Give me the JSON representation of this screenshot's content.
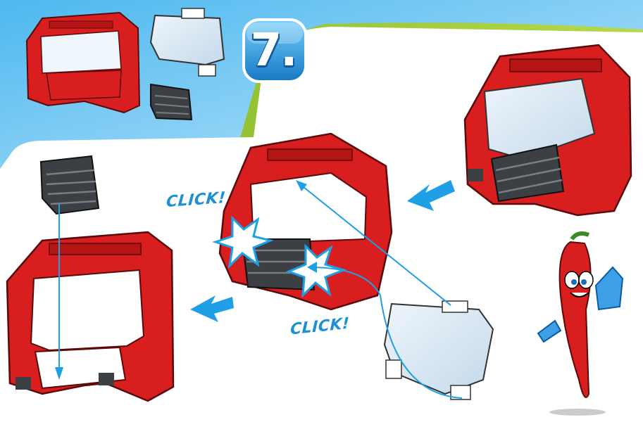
{
  "step": {
    "number": "7."
  },
  "callouts": {
    "click_left": "CLICK!",
    "click_right": "CLICK!"
  },
  "parts": {
    "cab": "cab",
    "windshield": "windshield",
    "grille": "grille"
  },
  "colors": {
    "cab_red": "#d81e1e",
    "glass": "#d6e6f2",
    "grille_dark": "#3c3f44",
    "arrow_blue": "#1fa0e6",
    "panel_blue": "#bfe6fb",
    "lime_border": "#9cc42a"
  }
}
